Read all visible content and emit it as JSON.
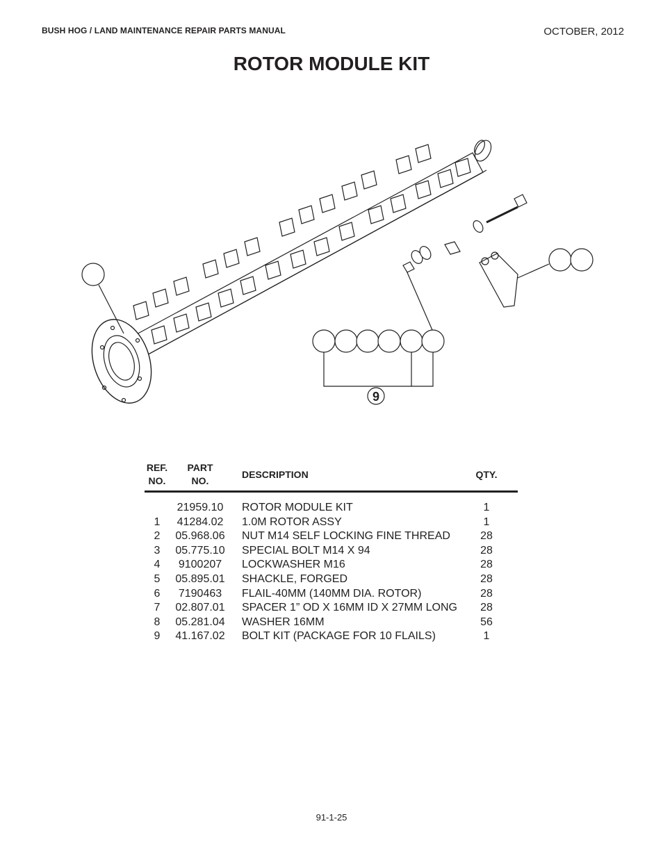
{
  "header": {
    "manual_title": "BUSH HOG / LAND MAINTENANCE REPAIR PARTS MANUAL",
    "date": "OCTOBER, 2012"
  },
  "page_title": "ROTOR MODULE KIT",
  "diagram": {
    "kit_callout": "9"
  },
  "parts_table": {
    "headers": {
      "ref_line1": "REF.",
      "ref_line2": "NO.",
      "part_line1": "PART",
      "part_line2": "NO.",
      "description": "DESCRIPTION",
      "qty": "QTY."
    },
    "rows": [
      {
        "ref": "",
        "part": "21959.10",
        "description": "ROTOR MODULE KIT",
        "qty": "1"
      },
      {
        "ref": "1",
        "part": "41284.02",
        "description": "1.0M ROTOR ASSY",
        "qty": "1"
      },
      {
        "ref": "2",
        "part": "05.968.06",
        "description": "NUT M14 SELF LOCKING FINE THREAD",
        "qty": "28"
      },
      {
        "ref": "3",
        "part": "05.775.10",
        "description": "SPECIAL BOLT M14 X 94",
        "qty": "28"
      },
      {
        "ref": "4",
        "part": "9100207",
        "description": "LOCKWASHER M16",
        "qty": "28"
      },
      {
        "ref": "5",
        "part": "05.895.01",
        "description": "SHACKLE, FORGED",
        "qty": "28"
      },
      {
        "ref": "6",
        "part": "7190463",
        "description": "FLAIL-40MM (140MM DIA. ROTOR)",
        "qty": "28"
      },
      {
        "ref": "7",
        "part": "02.807.01",
        "description": "SPACER 1” OD X 16MM ID X 27MM LONG",
        "qty": "28"
      },
      {
        "ref": "8",
        "part": "05.281.04",
        "description": "WASHER 16MM",
        "qty": "56"
      },
      {
        "ref": "9",
        "part": "41.167.02",
        "description": "BOLT KIT (PACKAGE FOR 10 FLAILS)",
        "qty": "1"
      }
    ]
  },
  "footer": {
    "page_number": "91-1-25"
  }
}
